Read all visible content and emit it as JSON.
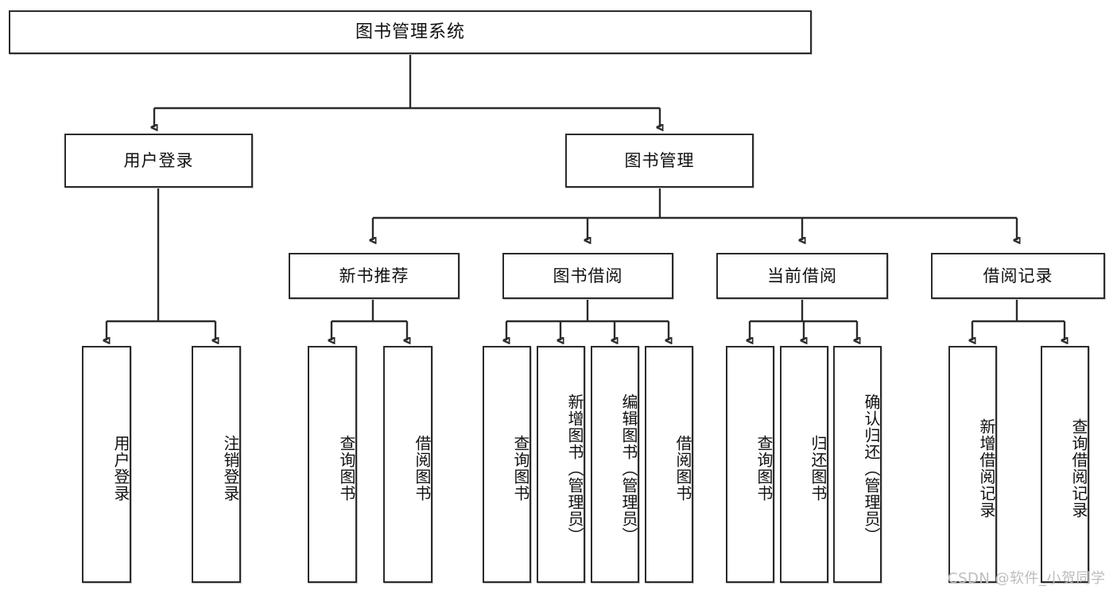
{
  "diagram": {
    "title": "图书管理系统",
    "type": "tree-hierarchy",
    "watermark": "CSDN @软件_小贺同学",
    "colors": {
      "border": "#2b2b2b",
      "background": "#ffffff",
      "text": "#111111",
      "watermark": "#bdbdbd"
    },
    "levels": {
      "level1": [
        "图书管理系统"
      ],
      "level2": [
        "用户登录",
        "图书管理"
      ],
      "level3": [
        "新书推荐",
        "图书借阅",
        "当前借阅",
        "借阅记录"
      ],
      "level4": [
        "用户登录",
        "注销登录",
        "查询图书",
        "借阅图书",
        "查询图书",
        "新增图书（管理员）",
        "编辑图书（管理员）",
        "借阅图书",
        "查询图书",
        "归还图书",
        "确认归还（管理员）",
        "新增借阅记录",
        "查询借阅记录"
      ]
    },
    "nodes": {
      "root": {
        "label": "图书管理系统"
      },
      "user_login": {
        "label": "用户登录"
      },
      "book_manage": {
        "label": "图书管理"
      },
      "new_book_rec": {
        "label": "新书推荐"
      },
      "book_borrow": {
        "label": "图书借阅"
      },
      "current_borrow": {
        "label": "当前借阅"
      },
      "borrow_record": {
        "label": "借阅记录"
      },
      "leaf_user_login": {
        "label": "用户登录"
      },
      "leaf_user_logout": {
        "label": "注销登录"
      },
      "leaf_query_book_a": {
        "label": "查询图书"
      },
      "leaf_borrow_book_a": {
        "label": "借阅图书"
      },
      "leaf_query_book_b": {
        "label": "查询图书"
      },
      "leaf_add_book_admin": {
        "label": "新增图书（管理员）"
      },
      "leaf_edit_book_admin": {
        "label": "编辑图书（管理员）"
      },
      "leaf_borrow_book_b": {
        "label": "借阅图书"
      },
      "leaf_query_book_c": {
        "label": "查询图书"
      },
      "leaf_return_book": {
        "label": "归还图书"
      },
      "leaf_confirm_return_admin": {
        "label": "确认归还（管理员）"
      },
      "leaf_add_record": {
        "label": "新增借阅记录"
      },
      "leaf_query_record": {
        "label": "查询借阅记录"
      }
    },
    "edges": [
      {
        "from": "root",
        "to": "user_login"
      },
      {
        "from": "root",
        "to": "book_manage"
      },
      {
        "from": "user_login",
        "to": "leaf_user_login"
      },
      {
        "from": "user_login",
        "to": "leaf_user_logout"
      },
      {
        "from": "book_manage",
        "to": "new_book_rec"
      },
      {
        "from": "book_manage",
        "to": "book_borrow"
      },
      {
        "from": "book_manage",
        "to": "current_borrow"
      },
      {
        "from": "book_manage",
        "to": "borrow_record"
      },
      {
        "from": "new_book_rec",
        "to": "leaf_query_book_a"
      },
      {
        "from": "new_book_rec",
        "to": "leaf_borrow_book_a"
      },
      {
        "from": "book_borrow",
        "to": "leaf_query_book_b"
      },
      {
        "from": "book_borrow",
        "to": "leaf_add_book_admin"
      },
      {
        "from": "book_borrow",
        "to": "leaf_edit_book_admin"
      },
      {
        "from": "book_borrow",
        "to": "leaf_borrow_book_b"
      },
      {
        "from": "current_borrow",
        "to": "leaf_query_book_c"
      },
      {
        "from": "current_borrow",
        "to": "leaf_return_book"
      },
      {
        "from": "current_borrow",
        "to": "leaf_confirm_return_admin"
      },
      {
        "from": "borrow_record",
        "to": "leaf_add_record"
      },
      {
        "from": "borrow_record",
        "to": "leaf_query_record"
      }
    ]
  }
}
